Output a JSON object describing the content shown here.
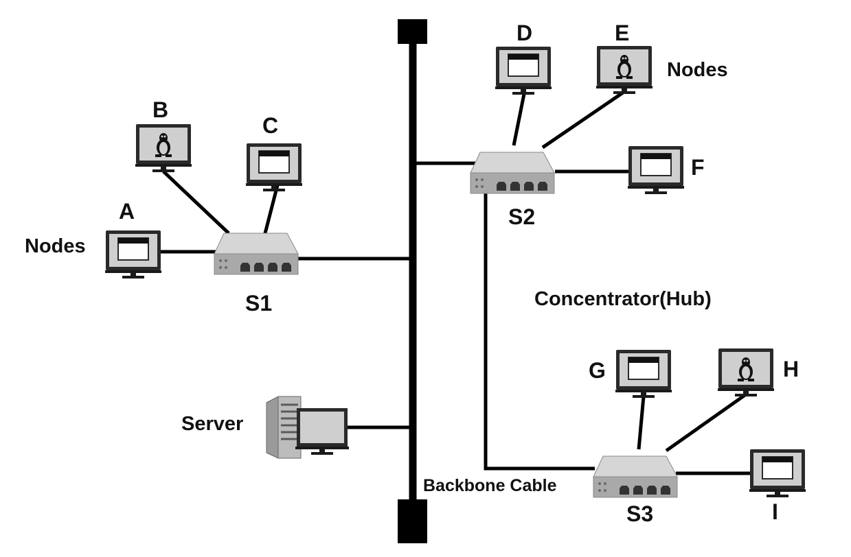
{
  "labels": {
    "node_a": "A",
    "node_b": "B",
    "node_c": "C",
    "node_d": "D",
    "node_e": "E",
    "node_f": "F",
    "node_g": "G",
    "node_h": "H",
    "node_i": "I",
    "nodes_left": "Nodes",
    "nodes_right": "Nodes",
    "switch_1": "S1",
    "switch_2": "S2",
    "switch_3": "S3",
    "server": "Server",
    "hub_caption": "Concentrator(Hub)",
    "backbone_caption": "Backbone Cable"
  },
  "icons": {
    "display_a": "blank-window-icon",
    "display_b": "linux-penguin-icon",
    "display_c": "blank-window-icon",
    "display_d": "blank-window-icon",
    "display_e": "linux-penguin-icon",
    "display_f": "blank-window-icon",
    "display_g": "blank-window-icon",
    "display_h": "linux-penguin-icon",
    "display_i": "blank-window-icon"
  },
  "colors": {
    "line": "#000000",
    "monitor_frame": "#2a2a2a",
    "monitor_screen": "#cfcfcf",
    "switch_body": "#b9b9b9",
    "server_body": "#9a9a9a"
  }
}
